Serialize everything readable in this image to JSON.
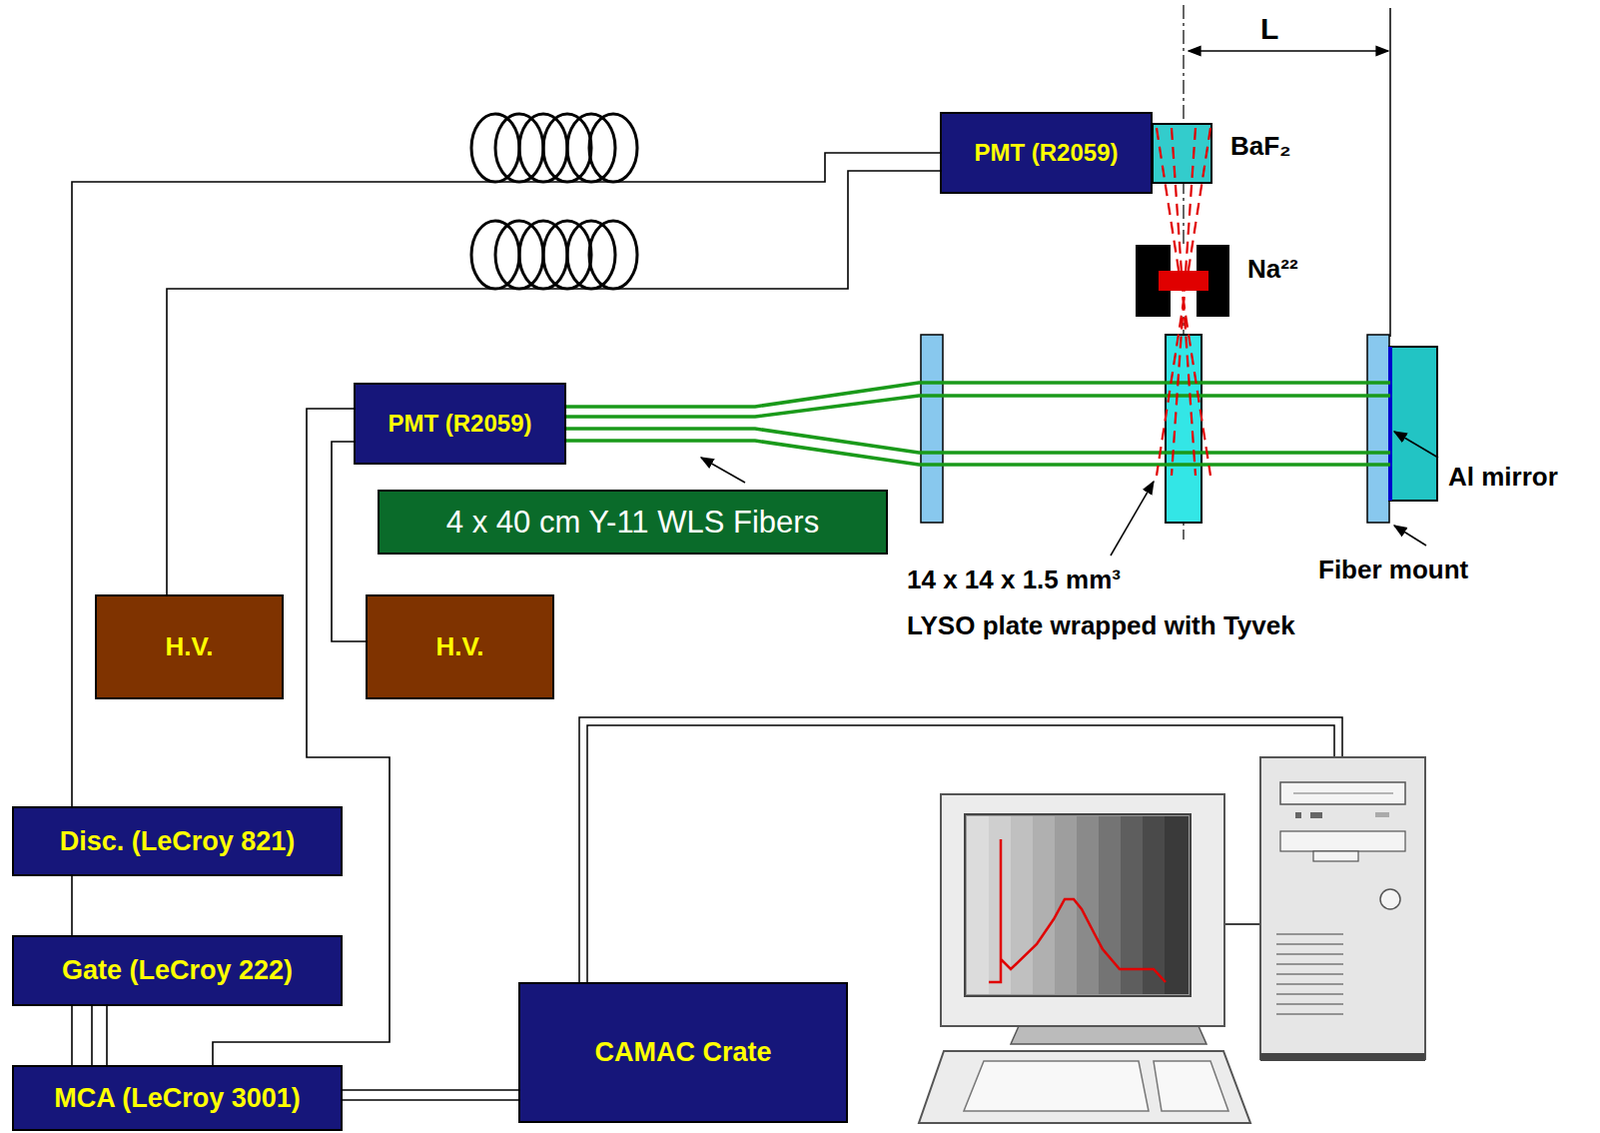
{
  "diagram": {
    "nodes": [
      {
        "text": [
          "PMT (R2059)"
        ]
      },
      {
        "text": [
          "PMT (R2059)"
        ]
      },
      {
        "text": [
          "4 x 40 cm Y-11 WLS Fibers"
        ]
      },
      {
        "text": [
          "H.V."
        ]
      },
      {
        "text": [
          "H.V."
        ]
      },
      {
        "text": [
          "Disc. (LeCroy 821)"
        ]
      },
      {
        "text": [
          "Gate (LeCroy 222)"
        ]
      },
      {
        "text": [
          "MCA (LeCroy 3001)"
        ]
      },
      {
        "text": [
          "CAMAC Crate"
        ]
      }
    ],
    "edges": [
      {
        "from": 0,
        "to": 5,
        "arrow": "none"
      },
      {
        "from": 0,
        "to": 3,
        "arrow": "none"
      },
      {
        "from": 1,
        "to": 4,
        "arrow": "none"
      },
      {
        "from": 1,
        "to": 7,
        "arrow": "none"
      },
      {
        "from": 5,
        "to": 6,
        "arrow": "none"
      },
      {
        "from": 6,
        "to": 7,
        "arrow": "none"
      },
      {
        "from": 7,
        "to": 8,
        "arrow": "none"
      }
    ],
    "labels": [
      "L",
      "BaF₂",
      "Na²²",
      "Al mirror",
      "14 x 14 x 1.5 mm³",
      "LYSO plate wrapped with Tyvek",
      "Fiber mount"
    ]
  }
}
